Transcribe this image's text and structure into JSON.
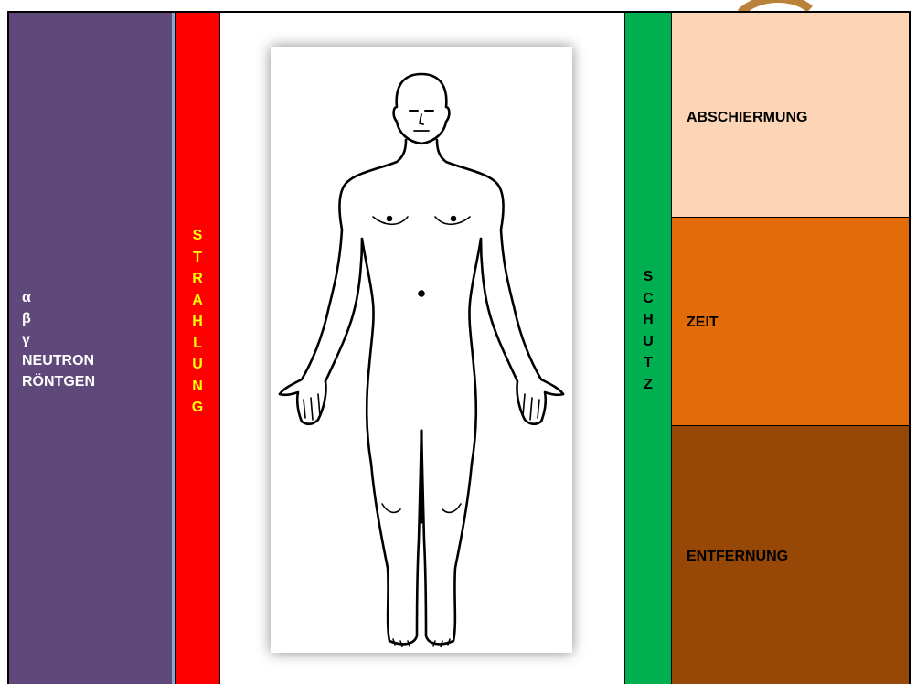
{
  "types": {
    "items": [
      "α",
      "β",
      "γ",
      "NEUTRON",
      "RÖNTGEN"
    ]
  },
  "strahlung": {
    "letters": [
      "S",
      "T",
      "R",
      "A",
      "H",
      "L",
      "U",
      "N",
      "G"
    ]
  },
  "schutz": {
    "letters": [
      "S",
      "C",
      "H",
      "U",
      "T",
      "Z"
    ]
  },
  "measures": {
    "abschirmung": "ABSCHIERMUNG",
    "zeit": "ZEIT",
    "entfernung": "ENTFERNUNG"
  },
  "colors": {
    "types_column": "#5f497a",
    "strahlung_column": "#ff0000",
    "strahlung_text": "#ffff00",
    "schutz_column": "#00b050",
    "abschirmung": "#fbd5b5",
    "zeit": "#e36c09",
    "entfernung": "#974806"
  }
}
